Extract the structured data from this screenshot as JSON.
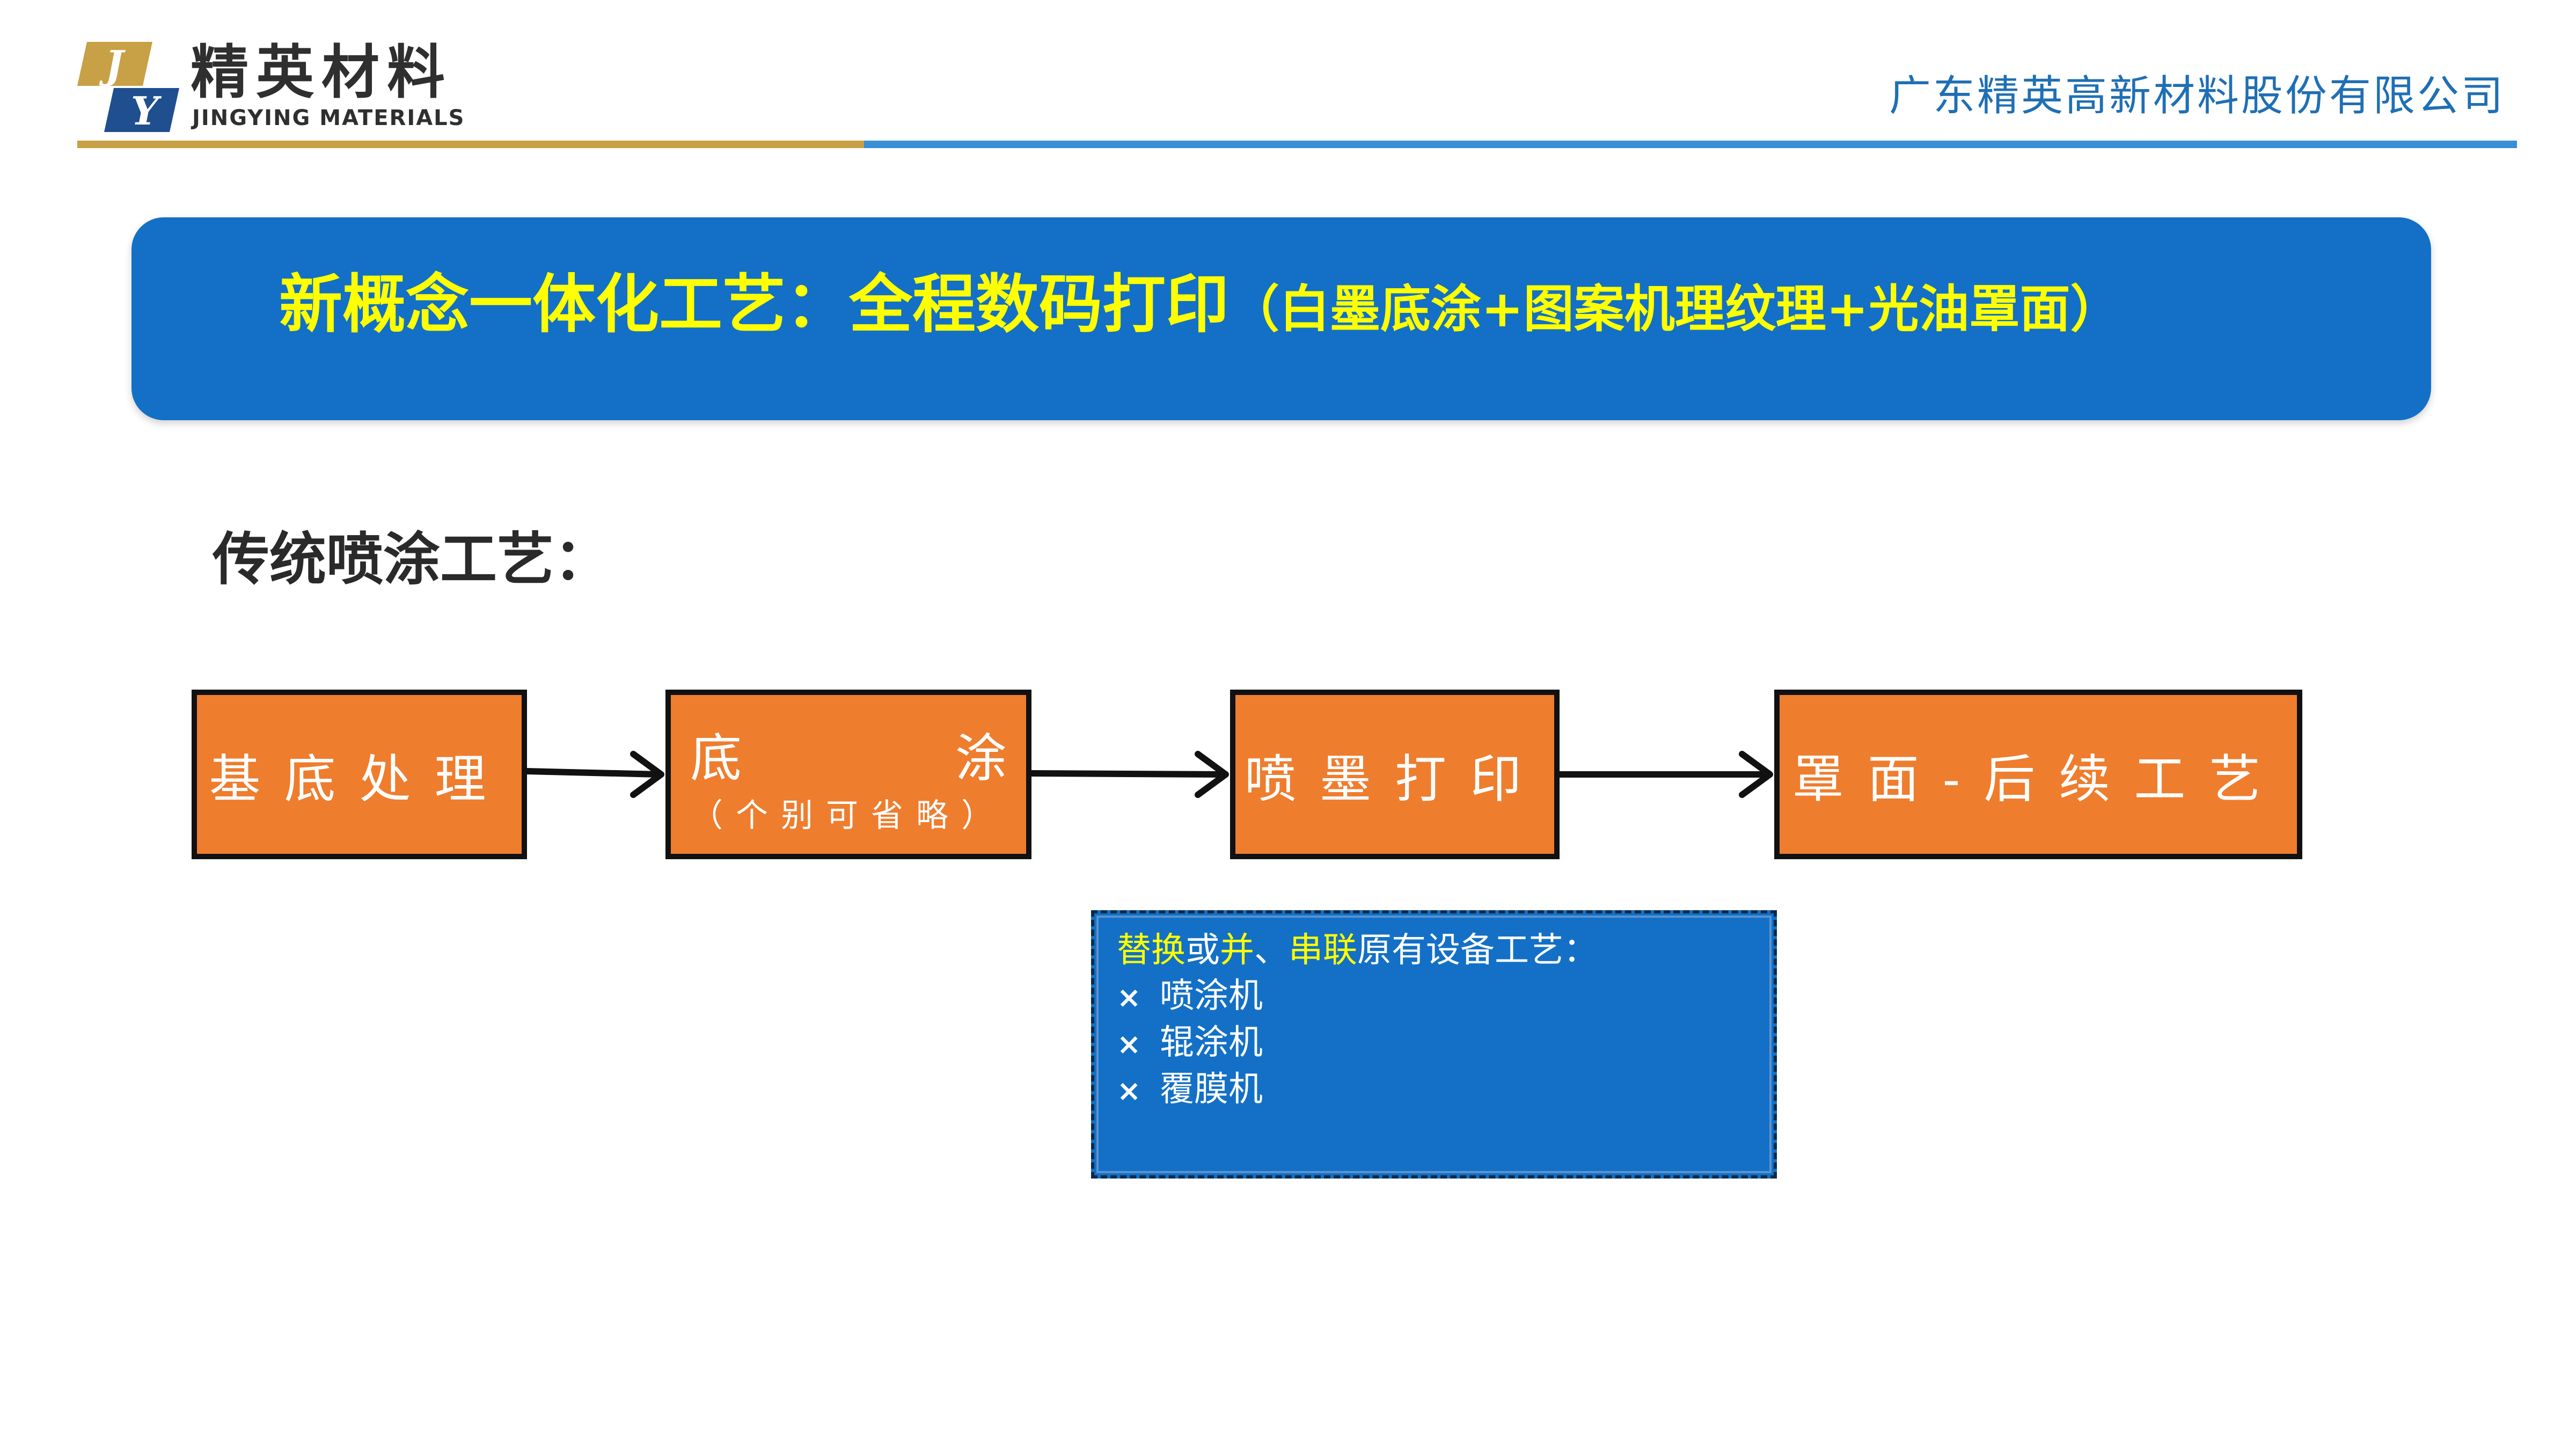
{
  "header": {
    "logo": {
      "cn_name": "精英材料",
      "en_name": "JINGYING MATERIALS",
      "mark_letters": [
        "J",
        "Y"
      ],
      "gold_color": "#c8a045",
      "blue_color": "#1f4f8f"
    },
    "company_name": "广东精英高新材料股份有限公司"
  },
  "banner": {
    "title": "新概念一体化工艺：全程数码打印",
    "subtitle": "（白墨底涂+图案机理纹理+光油罩面）",
    "bg_color": "#1370c6",
    "text_color": "#ffff00"
  },
  "section": {
    "heading": "传统喷涂工艺："
  },
  "process_steps": [
    {
      "label": "基底处理"
    },
    {
      "label_left": "底",
      "label_right": "涂",
      "note": "（个别可省略）"
    },
    {
      "label": "喷墨打印"
    },
    {
      "label": "罩面-后续工艺"
    }
  ],
  "callout": {
    "heading_parts": [
      {
        "text": "替换",
        "highlight": true
      },
      {
        "text": "或",
        "highlight": false
      },
      {
        "text": "并",
        "highlight": true
      },
      {
        "text": "、",
        "highlight": false
      },
      {
        "text": "串联",
        "highlight": true
      },
      {
        "text": "原有设备工艺：",
        "highlight": false
      }
    ],
    "items": [
      {
        "icon": "cross-icon",
        "text": "喷涂机"
      },
      {
        "icon": "cross-icon",
        "text": "辊涂机"
      },
      {
        "icon": "cross-icon",
        "text": "覆膜机"
      }
    ],
    "bullet_glyph": "×"
  },
  "colors": {
    "step_fill": "#ee7d2e",
    "callout_highlight": "#ffff00"
  }
}
